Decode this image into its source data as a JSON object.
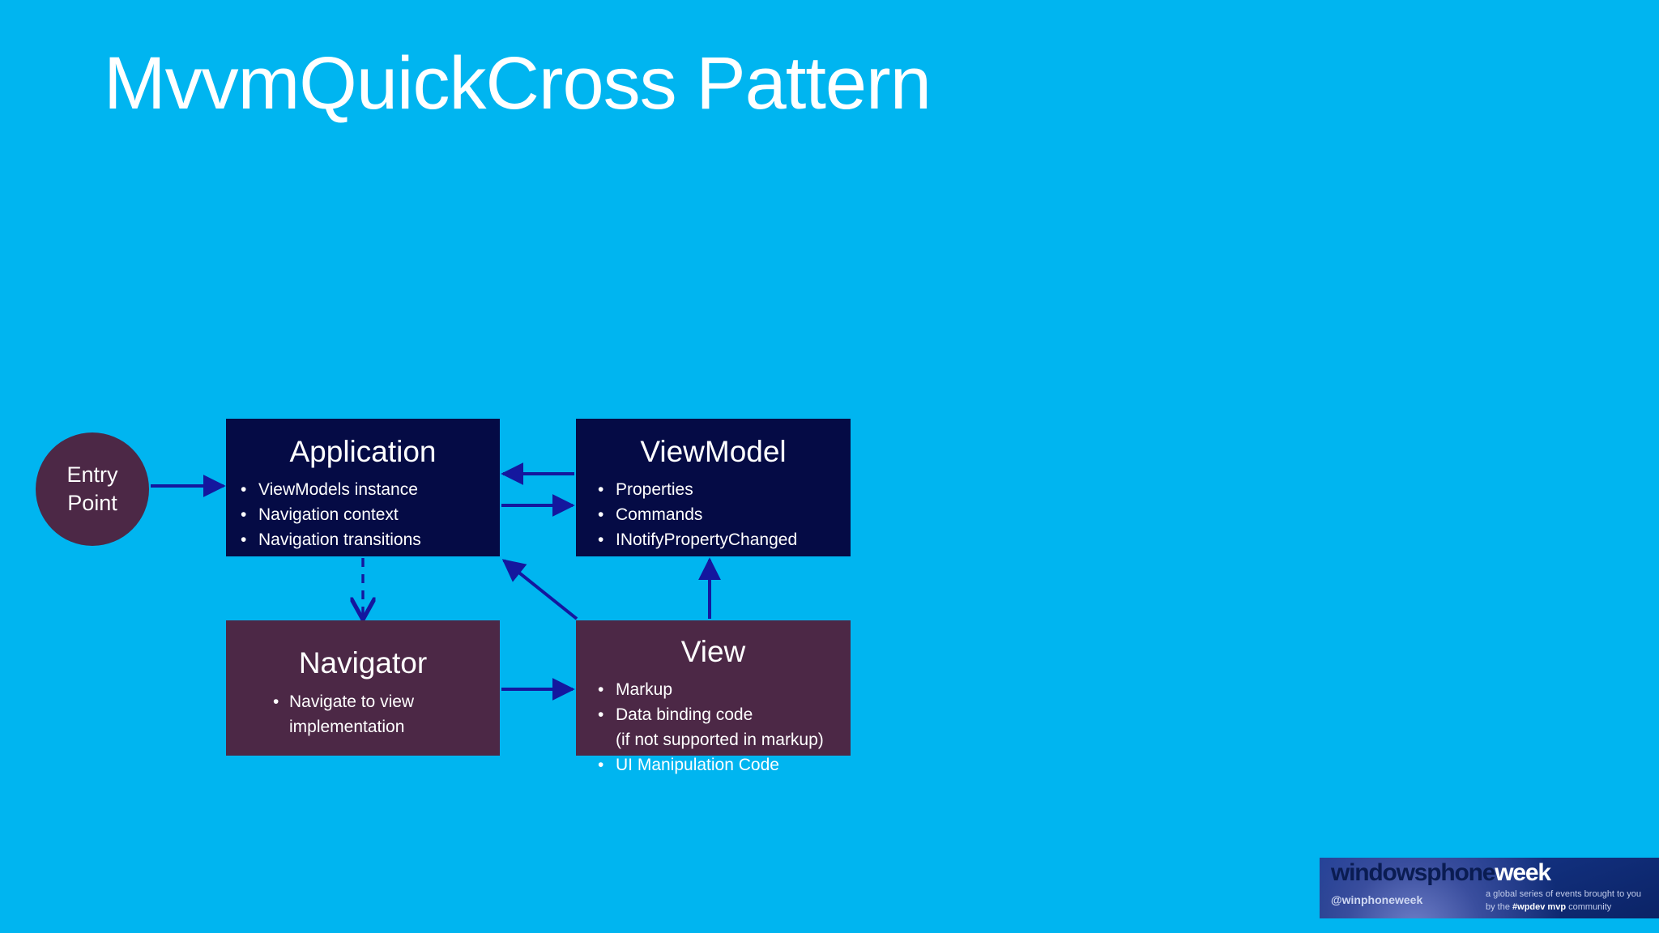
{
  "slide": {
    "title": "MvvmQuickCross Pattern",
    "background_color": "#00b5f0"
  },
  "theme": {
    "background": "#00b5f0",
    "dark_box": "#050b45",
    "plum_box": "#4c2846",
    "connector": "#14179e",
    "text": "#ffffff"
  },
  "diagram": {
    "type": "block-diagram",
    "entry_point": {
      "label_line1": "Entry",
      "label_line2": "Point",
      "shape": "ellipse",
      "color": "#4c2846"
    },
    "nodes": [
      {
        "id": "application",
        "title": "Application",
        "color": "#050b45",
        "bullets": [
          "ViewModels instance",
          "Navigation context",
          "Navigation transitions"
        ]
      },
      {
        "id": "viewmodel",
        "title": "ViewModel",
        "color": "#050b45",
        "bullets": [
          "Properties",
          "Commands",
          "INotifyPropertyChanged"
        ]
      },
      {
        "id": "navigator",
        "title": "Navigator",
        "color": "#4c2846",
        "bullets": [
          "Navigate to view",
          "implementation"
        ]
      },
      {
        "id": "view",
        "title": "View",
        "color": "#4c2846",
        "bullets": [
          "Markup",
          "Data binding code",
          "(if not supported in markup)",
          "UI Manipulation Code"
        ]
      }
    ],
    "connectors": [
      {
        "from": "entry-point",
        "to": "application",
        "style": "solid",
        "direction": "right"
      },
      {
        "from": "viewmodel",
        "to": "application",
        "style": "solid",
        "direction": "left"
      },
      {
        "from": "application",
        "to": "viewmodel",
        "style": "solid",
        "direction": "right"
      },
      {
        "from": "application",
        "to": "navigator",
        "style": "dashed",
        "direction": "down"
      },
      {
        "from": "navigator",
        "to": "view",
        "style": "solid",
        "direction": "right"
      },
      {
        "from": "view",
        "to": "application",
        "style": "solid",
        "direction": "up-left"
      },
      {
        "from": "view",
        "to": "viewmodel",
        "style": "solid",
        "direction": "up"
      }
    ]
  },
  "footer_logo": {
    "wordmark_dark": "windowsphone",
    "wordmark_light": "week",
    "handle": "@winphoneweek",
    "tagline_line1": "a global series of events brought to you",
    "tagline_line2_pre": "by the ",
    "tagline_line2_bold": "#wpdev mvp",
    "tagline_line2_post": " community"
  }
}
